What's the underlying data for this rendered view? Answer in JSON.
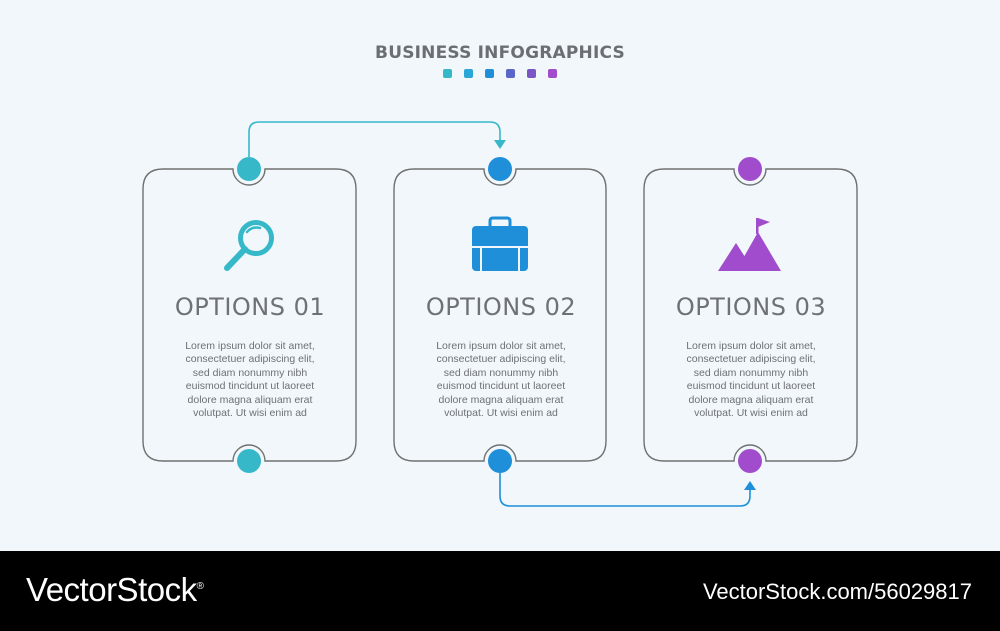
{
  "header": {
    "title": "BUSINESS INFOGRAPHICS",
    "dot_colors": [
      "#37b8c9",
      "#2aa7d6",
      "#1e8fd8",
      "#5a67c8",
      "#7a55c6",
      "#a04ccc"
    ]
  },
  "colors": {
    "card_border": "#707070",
    "option1": "#37b8c9",
    "option2": "#1e8fd8",
    "option3": "#a04ccc",
    "text": "#6e7175",
    "background": "#f1f7fa"
  },
  "cards": [
    {
      "title": "OPTIONS 01",
      "icon": "magnifier-icon",
      "color": "#37b8c9",
      "lines": [
        "Lorem ipsum dolor sit amet,",
        "consectetuer adipiscing elit,",
        "sed diam nonummy nibh",
        "euismod tincidunt ut laoreet",
        "dolore magna aliquam erat",
        "volutpat. Ut wisi enim ad"
      ]
    },
    {
      "title": "OPTIONS 02",
      "icon": "briefcase-icon",
      "color": "#1e8fd8",
      "lines": [
        "Lorem ipsum dolor sit amet,",
        "consectetuer adipiscing elit,",
        "sed diam nonummy nibh",
        "euismod tincidunt ut laoreet",
        "dolore magna aliquam erat",
        "volutpat. Ut wisi enim ad"
      ]
    },
    {
      "title": "OPTIONS 03",
      "icon": "mountain-flag-icon",
      "color": "#a04ccc",
      "lines": [
        "Lorem ipsum dolor sit amet,",
        "consectetuer adipiscing elit,",
        "sed diam nonummy nibh",
        "euismod tincidunt ut laoreet",
        "dolore magna aliquam erat",
        "volutpat. Ut wisi enim ad"
      ]
    }
  ],
  "footer": {
    "brand": "VectorStock",
    "brand_mark": "®",
    "url": "VectorStock.com/56029817"
  }
}
